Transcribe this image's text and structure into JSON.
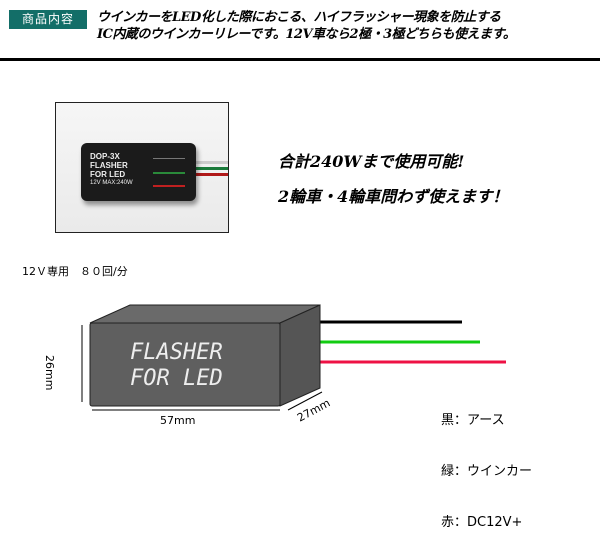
{
  "header": {
    "badge": "商品内容",
    "intro_line1": "ウインカーをLED化した際におこる、ハイフラッシャー現象を防止する",
    "intro_line2": "IC内蔵のウインカーリレーです。12V車なら2極・3極どちらも使えます。"
  },
  "photo": {
    "label_model": "DOP-3X",
    "label_line1": "FLASHER",
    "label_line2": "FOR LED",
    "label_rating": "12V MAX:240W"
  },
  "features": {
    "line1": "合計240Wまで使用可能!",
    "line2": "2輪車・4輪車問わず使えます！"
  },
  "spec": "12Ｖ専用　８０回/分",
  "diagram": {
    "face_line1": "FLASHER",
    "face_line2": "FOR LED",
    "height": "26mm",
    "width": "57mm",
    "depth": "27mm",
    "colors": {
      "box_front": "#5f5f5f",
      "box_top": "#6a6a6a",
      "box_side": "#555555",
      "black_wire": "#000000",
      "green_wire": "#11cc11",
      "red_wire": "#ee1144"
    }
  },
  "legend": [
    "黒：アース",
    "緑：ウインカー",
    "赤：DC12V+"
  ]
}
